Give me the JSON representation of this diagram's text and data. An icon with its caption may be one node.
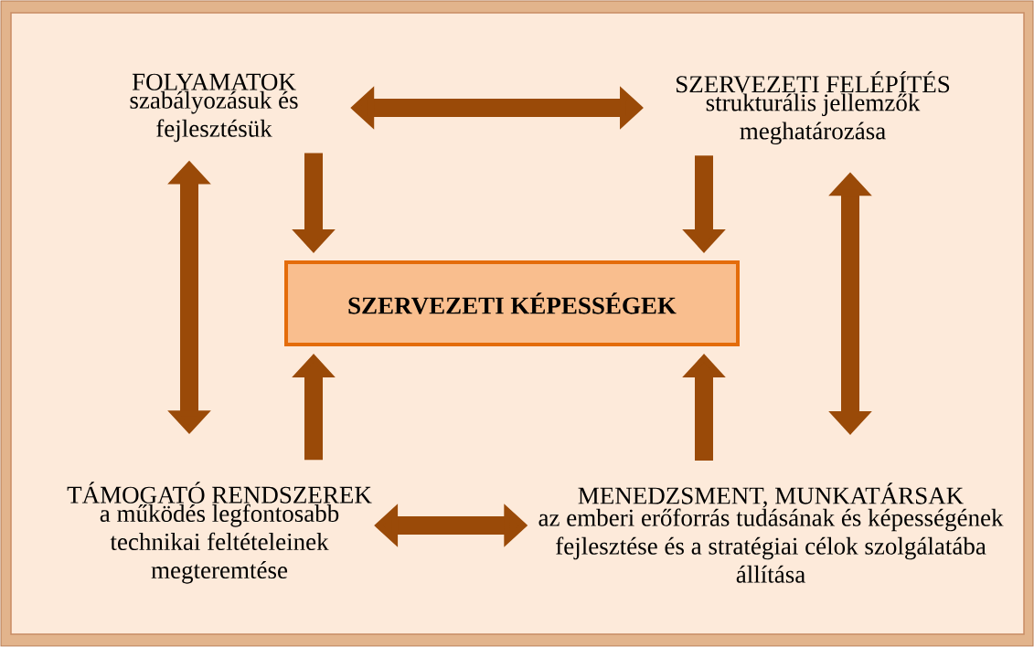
{
  "diagram": {
    "nodes": [
      {
        "text": [
          "FOLYAMATOK",
          "szabályozásuk és fejlesztésük"
        ]
      },
      {
        "text": [
          "SZERVEZETI FELÉPÍTÉS",
          "strukturális jellemzők meghatározása"
        ]
      },
      {
        "text": [
          "SZERVEZETI KÉPESSÉGEK"
        ]
      },
      {
        "text": [
          "TÁMOGATÓ RENDSZEREK",
          "a működés legfontosabb technikai feltételeinek megteremtése"
        ]
      },
      {
        "text": [
          "MENEDZSMENT, MUNKATÁRSAK",
          "az emberi erőforrás tudásának és képességének fejlesztése és a stratégiai célok szolgálatába állítása"
        ]
      }
    ],
    "edges": [
      {
        "from": 0,
        "to": 1,
        "arrow": "both"
      },
      {
        "from": 0,
        "to": 2,
        "arrow": "to"
      },
      {
        "from": 1,
        "to": 2,
        "arrow": "to"
      },
      {
        "from": 0,
        "to": 3,
        "arrow": "both"
      },
      {
        "from": 1,
        "to": 4,
        "arrow": "both"
      },
      {
        "from": 3,
        "to": 2,
        "arrow": "to"
      },
      {
        "from": 4,
        "to": 2,
        "arrow": "to"
      },
      {
        "from": 3,
        "to": 4,
        "arrow": "both"
      }
    ]
  }
}
